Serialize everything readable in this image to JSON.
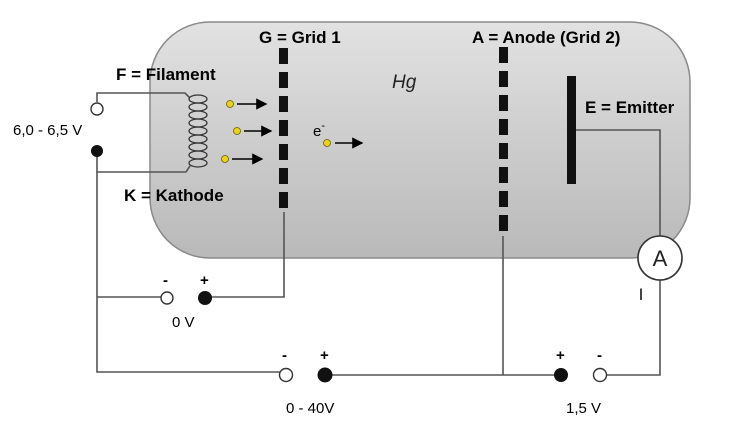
{
  "labels": {
    "grid1": "G = Grid 1",
    "anode": "A = Anode (Grid 2)",
    "filament": "F = Filament",
    "emitter": "E = Emitter",
    "cathode": "K = Kathode",
    "gas": "Hg",
    "electron": "e",
    "electron_sup": "-",
    "ammeter_symbol": "A",
    "current_symbol": "I"
  },
  "sources": {
    "heater_voltage": "6,0 - 6,5 V",
    "grid_voltage": "0 V",
    "accel_voltage": "0 - 40V",
    "counter_voltage": "1,5 V",
    "minus": "-",
    "plus": "+"
  },
  "colors": {
    "tube_fill": "#c9c9c9",
    "electron_dot": "#e8d21a",
    "wire": "#555555",
    "electrode": "#111111"
  }
}
